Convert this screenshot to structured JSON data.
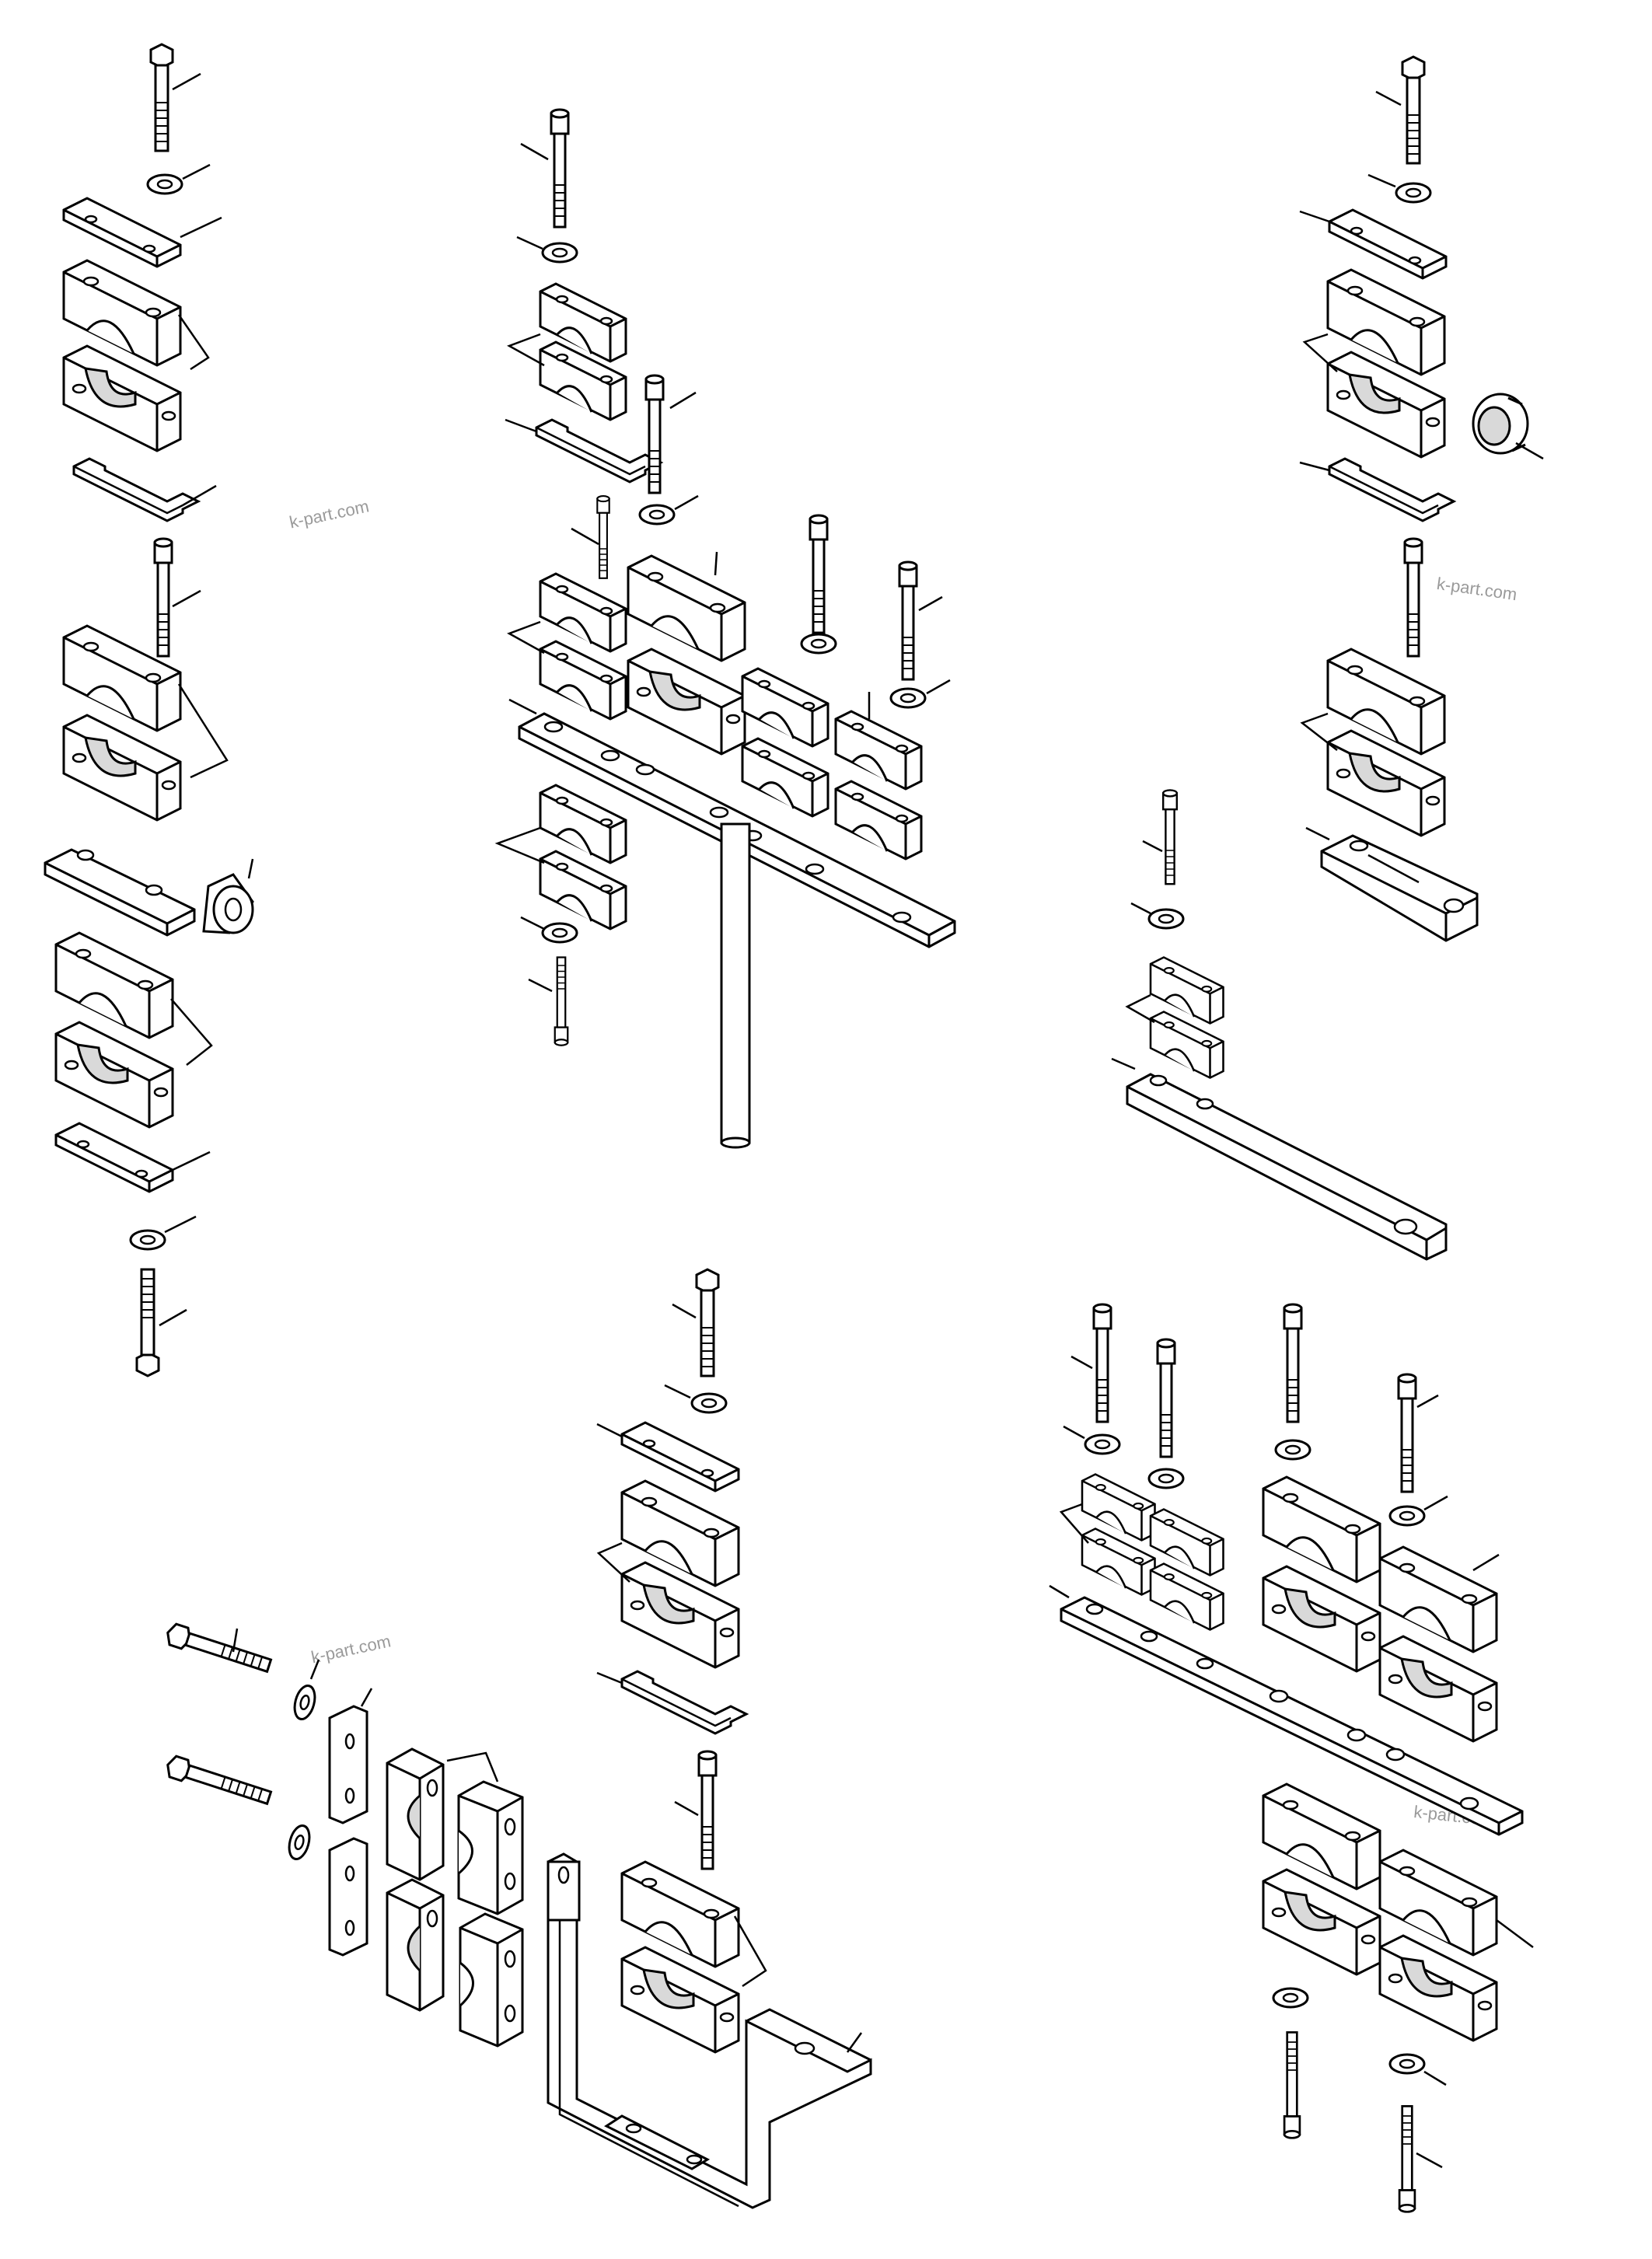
{
  "diagram": {
    "watermarks": [
      "k-part.com",
      "k-part.com",
      "k-part.com",
      "k-part.com"
    ],
    "colors": {
      "ink": "#000000",
      "paper": "#ffffff",
      "part_fill": "#ffffff",
      "shade": "#d9d9d9",
      "watermark": "#9a9a9a"
    }
  }
}
